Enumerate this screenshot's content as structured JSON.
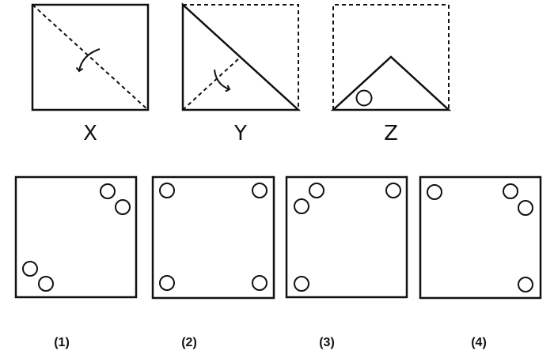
{
  "steps": [
    {
      "label": "X",
      "fold": "diagonal fold along the top-left to bottom-right line"
    },
    {
      "label": "Y",
      "fold": "triangle folded again in half"
    },
    {
      "label": "Z",
      "fold": "folded triangle with a punched hole"
    }
  ],
  "options": [
    {
      "label": "(1)"
    },
    {
      "label": "(2)"
    },
    {
      "label": "(3)"
    },
    {
      "label": "(4)"
    }
  ]
}
